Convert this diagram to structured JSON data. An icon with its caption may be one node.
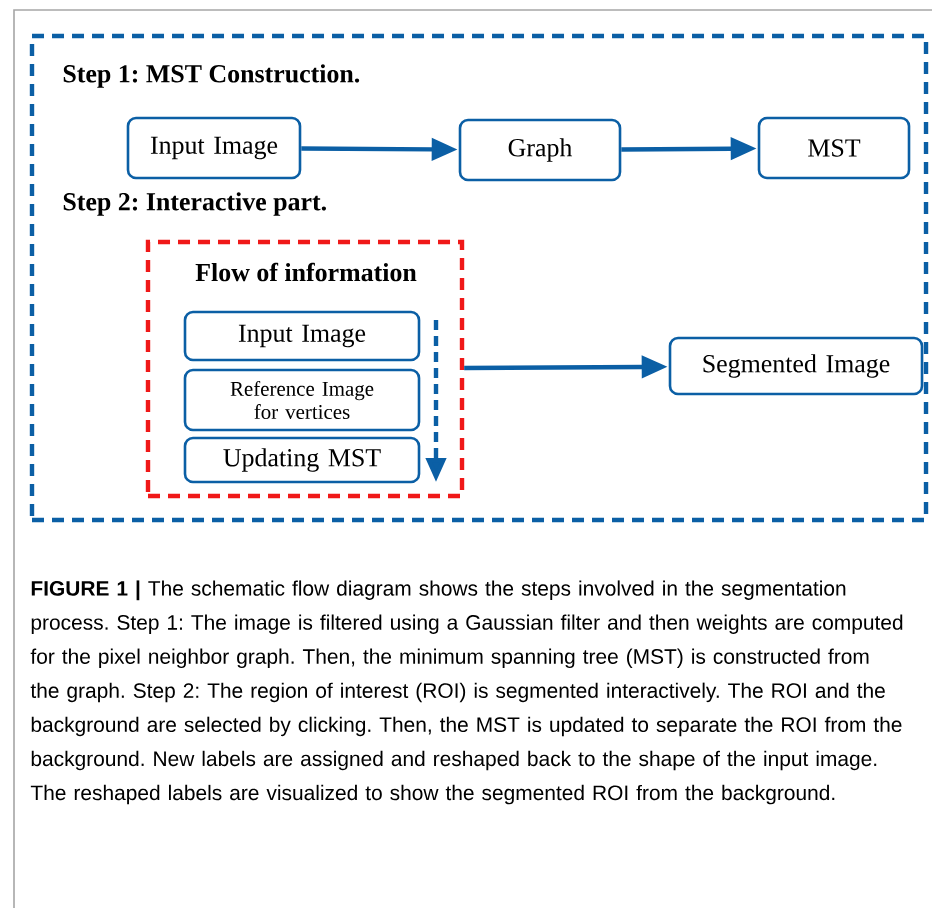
{
  "diagram": {
    "caption": "**FIGURE 1 |** The schematic flow diagram shows the steps involved in the segmentation process. Step 1: The image is filtered using a Gaussian filter and then weights are computed for the pixel neighbor graph. Then, the minimum spanning tree (MST) is constructed from the graph. Step 2: The region of interest (ROI) is segmented interactively. The ROI and the background are selected by clicking. Then, the MST is updated to separate the ROI from the background. New labels are assigned and reshaped back to the shape of the input image. The reshaped labels are visualized to show the segmented ROI from the background.",
    "nodes": [
      {
        "text": [
          "Step 1: MST Construction.",
          "Step 2: Interactive part."
        ]
      },
      {
        "text": [
          "Input Image"
        ],
        "in": 0
      },
      {
        "text": [
          "Graph"
        ],
        "in": 0
      },
      {
        "text": [
          "MST"
        ],
        "in": 0
      },
      {
        "text": [
          "Flow of information"
        ],
        "in": 0
      },
      {
        "text": [
          "Input Image"
        ],
        "in": 4
      },
      {
        "text": [
          "Reference Image for vertices"
        ],
        "in": 4
      },
      {
        "text": [
          "Updating MST"
        ],
        "in": 4
      },
      {
        "text": [
          "Segmented Image"
        ],
        "in": 0
      }
    ],
    "edges": [
      {
        "from": 1,
        "to": 2,
        "arrow": "to"
      },
      {
        "from": 2,
        "to": 3,
        "arrow": "to"
      },
      {
        "from": 4,
        "to": 8,
        "arrow": "to"
      }
    ]
  }
}
